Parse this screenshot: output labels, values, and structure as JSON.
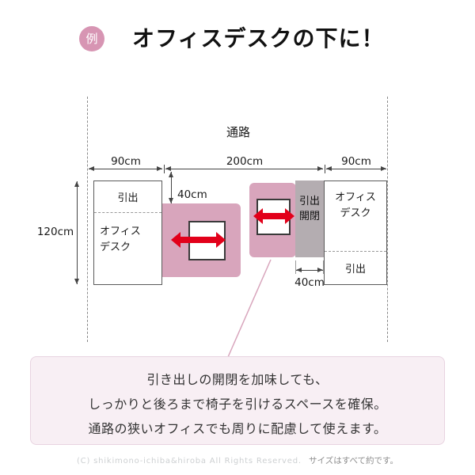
{
  "header": {
    "badge": "例",
    "title": "オフィスデスクの下に！"
  },
  "diagram": {
    "aisle": "通路",
    "dim_left": "90cm",
    "dim_center": "200cm",
    "dim_right": "90cm",
    "dim_depth": "120cm",
    "dim_chair": "40cm",
    "dim_drawer": "40cm",
    "left_desk": {
      "drawer": "引出",
      "label": "オフィス\nデスク"
    },
    "right_desk": {
      "label": "オフィス\nデスク",
      "drawer": "引出",
      "open_label": "引出\n開閉"
    }
  },
  "note": {
    "line1": "引き出しの開閉を加味しても、",
    "line2": "しっかりと後ろまで椅子を引けるスペースを確保。",
    "line3": "通路の狭いオフィスでも周りに配慮して使えます。"
  },
  "footer": {
    "copyright": "(C) shikimono-ichiba&hiroba All Rights Reserved.",
    "note": "サイズはすべて約です。"
  },
  "colors": {
    "accent_pink": "#d795b3",
    "mat_pink": "#d8a5bc",
    "arrow_red": "#e2001a",
    "drawer_grey": "#b4adb1",
    "note_bg": "#f8eff4",
    "note_border": "#e8d4e1"
  }
}
